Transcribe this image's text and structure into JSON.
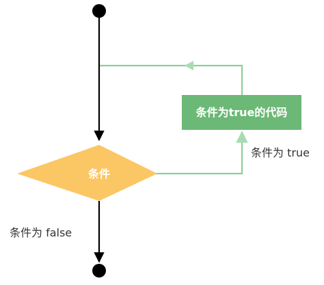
{
  "diagram": {
    "nodes": {
      "start": {
        "kind": "start-point"
      },
      "condition": {
        "label": "条件",
        "shape": "diamond"
      },
      "loop_body": {
        "label": "条件为true的代码",
        "shape": "rectangle"
      },
      "end": {
        "kind": "end-point"
      }
    },
    "edges": {
      "true_branch": {
        "from": "condition",
        "to": "loop_body",
        "label": "条件为 true"
      },
      "loop_back": {
        "from": "loop_body",
        "to": "main-line"
      },
      "false_branch": {
        "from": "condition",
        "to": "end",
        "label": "条件为 false"
      }
    }
  },
  "colors": {
    "main_line": "#000000",
    "loop_line": "#8ccf9c",
    "condition_fill": "#fbc664",
    "loop_body_fill": "#6cb876",
    "node_text": "#ffffff",
    "edge_label_text": "#333333"
  }
}
